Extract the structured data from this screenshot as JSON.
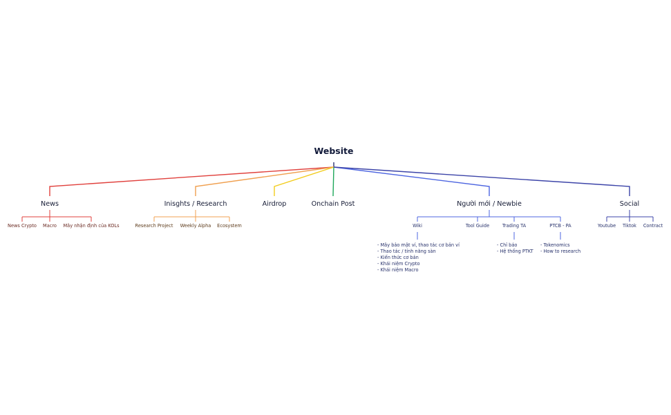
{
  "root": {
    "label": "Website"
  },
  "branches": [
    {
      "id": "news",
      "label": "News",
      "color": "#e0403c",
      "text_color": "#6a2a22",
      "children": [
        {
          "label": "News Crypto"
        },
        {
          "label": "Macro"
        },
        {
          "label": "Mây nhận định của KOLs"
        }
      ]
    },
    {
      "id": "research",
      "label": "Inisghts / Research",
      "color": "#f0a050",
      "text_color": "#5c3a1a",
      "children": [
        {
          "label": "Research Project"
        },
        {
          "label": "Weekly Alpha"
        },
        {
          "label": "Ecosystem"
        }
      ]
    },
    {
      "id": "airdrop",
      "label": "Airdrop",
      "color": "#f2cc1c",
      "text_color": "#141a34",
      "children": []
    },
    {
      "id": "onchain",
      "label": "Onchain Post",
      "color": "#1ea75a",
      "text_color": "#141a34",
      "children": []
    },
    {
      "id": "newbie",
      "label": "Người mới / Newbie",
      "color": "#4d65e0",
      "text_color": "#26306a",
      "children": [
        {
          "label": "Wiki",
          "notes": [
            "- Mây bảo mật ví, thao tác cơ bản ví",
            "- Thao tác / tính năng sàn",
            "- Kiến thức cơ bản",
            "- Khái niệm Crypto",
            "- Khái niệm Macro"
          ]
        },
        {
          "label": "Tool Guide"
        },
        {
          "label": "Trading TA",
          "notes": [
            "- Chỉ báo",
            "- Hệ thống PTKT"
          ]
        },
        {
          "label": "PTCB - PA",
          "notes": [
            "- Tokenomics",
            "- How to research"
          ]
        }
      ]
    },
    {
      "id": "social",
      "label": "Social",
      "color": "#3c44a8",
      "text_color": "#26306a",
      "children": [
        {
          "label": "Youtube"
        },
        {
          "label": "Tiktok"
        },
        {
          "label": "Contract"
        }
      ]
    }
  ]
}
